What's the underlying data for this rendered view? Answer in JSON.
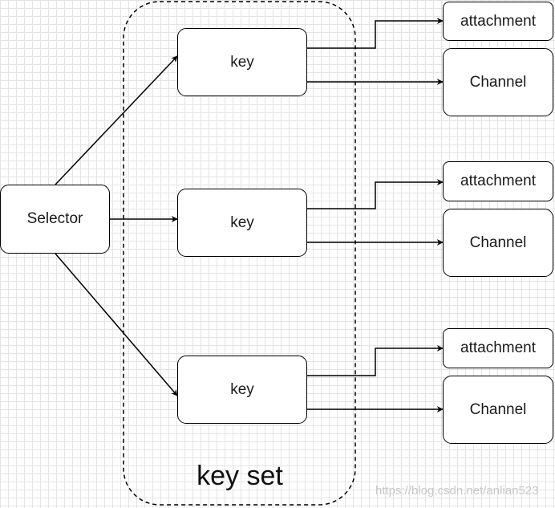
{
  "selector": {
    "label": "Selector"
  },
  "key_set": {
    "label": "key set"
  },
  "keys": [
    {
      "label": "key",
      "attachment": "attachment",
      "channel": "Channel"
    },
    {
      "label": "key",
      "attachment": "attachment",
      "channel": "Channel"
    },
    {
      "label": "key",
      "attachment": "attachment",
      "channel": "Channel"
    }
  ],
  "watermark": "https://blog.csdn.net/anlian523"
}
